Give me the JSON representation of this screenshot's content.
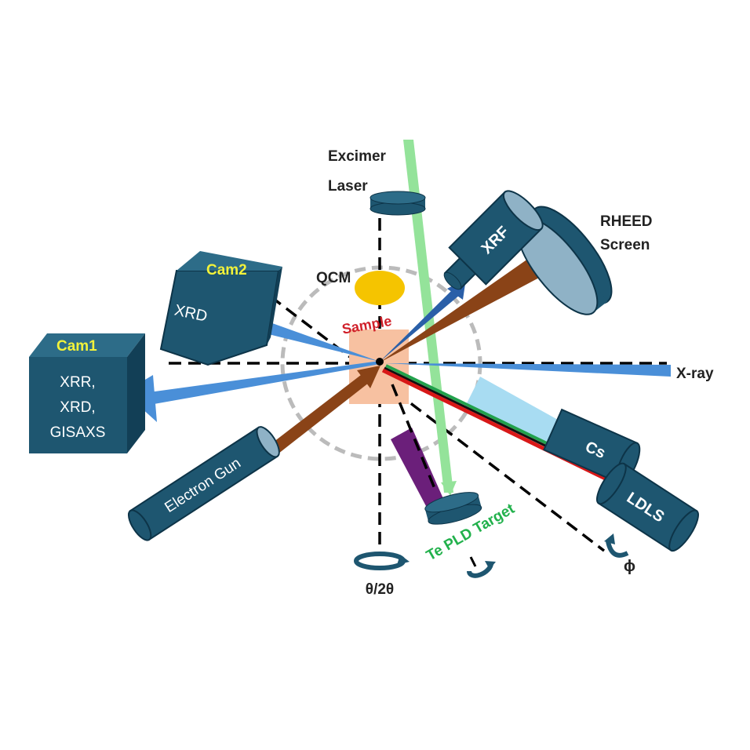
{
  "labels": {
    "excimer_line1": "Excimer",
    "excimer_line2": "Laser",
    "rheed_line1": "RHEED",
    "rheed_line2": "Screen",
    "xrf": "XRF",
    "qcm": "QCM",
    "sample": "Sample",
    "cam2": "Cam2",
    "xrd_cam2": "XRD",
    "cam1": "Cam1",
    "cam1_line1": "XRR,",
    "cam1_line2": "XRD,",
    "cam1_line3": "GISAXS",
    "xray": "X-ray",
    "electron_gun": "Electron Gun",
    "cs": "Cs",
    "ldls": "LDLS",
    "te_pld_target": "Te PLD Target",
    "theta": "θ/2θ",
    "phi": "ϕ"
  },
  "colors": {
    "instrument": "#1e5670",
    "instrument_light": "#8fb2c6",
    "xray_beam": "#4a8fd8",
    "electron_beam": "#8a4317",
    "laser_beam": "#94e39a",
    "qcm": "#f5c400",
    "sample": "#f7c1a1",
    "plume": "#6b1f7a",
    "cs_beam": "#a8dcf2",
    "cam_label": "#f2f23a",
    "sample_label": "#d0202a",
    "target_label": "#22b14c"
  }
}
